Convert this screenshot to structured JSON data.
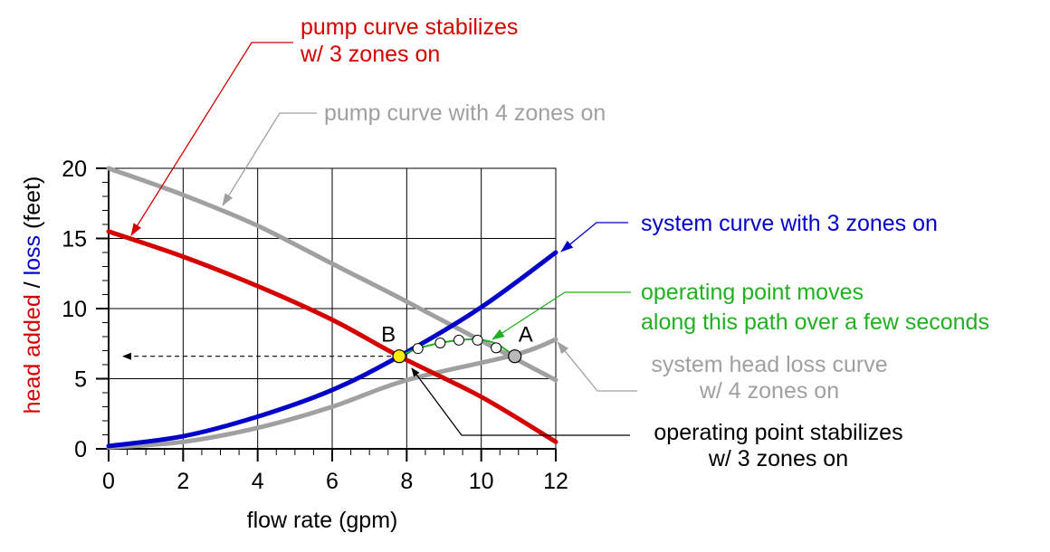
{
  "chart_data": {
    "type": "line",
    "xlabel": "flow rate (gpm)",
    "ylabel_parts": [
      {
        "text": "head added",
        "color": "#d40000"
      },
      {
        "text": " / ",
        "color": "#000000"
      },
      {
        "text": "loss",
        "color": "#0000c8"
      },
      {
        "text": " (feet)",
        "color": "#000000"
      }
    ],
    "xlim": [
      0,
      12
    ],
    "ylim": [
      0,
      20
    ],
    "xticks": [
      "0",
      "2",
      "4",
      "6",
      "8",
      "10",
      "12"
    ],
    "yticks": [
      "0",
      "5",
      "10",
      "15",
      "20"
    ],
    "grid": true,
    "series": [
      {
        "key": "pump3",
        "color": "#d40000",
        "values": [
          [
            0,
            15.5
          ],
          [
            2,
            13.7
          ],
          [
            4,
            11.6
          ],
          [
            6,
            9.2
          ],
          [
            7.8,
            6.6
          ],
          [
            10,
            3.7
          ],
          [
            12,
            0.5
          ]
        ]
      },
      {
        "key": "pump4",
        "color": "#a0a0a0",
        "values": [
          [
            0,
            20
          ],
          [
            2,
            18.1
          ],
          [
            4,
            15.9
          ],
          [
            6,
            13.2
          ],
          [
            8,
            10.5
          ],
          [
            10,
            7.7
          ],
          [
            12,
            4.9
          ]
        ]
      },
      {
        "key": "sys3",
        "color": "#0000c8",
        "values": [
          [
            0,
            0.2
          ],
          [
            2,
            0.9
          ],
          [
            4,
            2.3
          ],
          [
            6,
            4.2
          ],
          [
            7.8,
            6.6
          ],
          [
            10,
            10.1
          ],
          [
            12,
            14
          ]
        ]
      },
      {
        "key": "sys4",
        "color": "#a0a0a0",
        "values": [
          [
            0,
            0.1
          ],
          [
            2,
            0.5
          ],
          [
            4,
            1.5
          ],
          [
            6,
            3.0
          ],
          [
            8,
            4.9
          ],
          [
            10.9,
            6.7
          ],
          [
            12,
            7.8
          ]
        ]
      }
    ],
    "transition_path": {
      "color": "#20b020",
      "values": [
        [
          10.9,
          6.6
        ],
        [
          10.4,
          7.5
        ],
        [
          9.9,
          7.8
        ],
        [
          9.4,
          7.75
        ],
        [
          8.9,
          7.55
        ],
        [
          8.3,
          7.15
        ],
        [
          7.8,
          6.6
        ]
      ],
      "markers": [
        [
          10.4,
          7.2
        ],
        [
          9.9,
          7.75
        ],
        [
          9.4,
          7.75
        ],
        [
          8.9,
          7.55
        ],
        [
          8.3,
          7.15
        ]
      ]
    },
    "reference_line": {
      "from": [
        7.8,
        6.6
      ],
      "to": [
        0,
        6.6
      ]
    },
    "points": [
      {
        "label": "B",
        "x": 7.8,
        "y": 6.6,
        "fill": "#ffee00"
      },
      {
        "label": "A",
        "x": 10.9,
        "y": 6.6,
        "fill": "#b8b8b8"
      }
    ],
    "annotations": [
      {
        "lines": [
          "pump curve stabilizes",
          "w/ 3 zones on"
        ],
        "color": "#d40000"
      },
      {
        "lines": [
          "pump curve with 4 zones on"
        ],
        "color": "#a0a0a0"
      },
      {
        "lines": [
          "system curve with 3 zones on"
        ],
        "color": "#0000c8"
      },
      {
        "lines": [
          "operating point moves",
          "along this path over a few seconds"
        ],
        "color": "#20b020"
      },
      {
        "lines": [
          "system head loss curve",
          "w/ 4 zones on"
        ],
        "color": "#a0a0a0"
      },
      {
        "lines": [
          "operating point stabilizes",
          "w/ 3 zones on"
        ],
        "color": "#000000"
      }
    ]
  }
}
